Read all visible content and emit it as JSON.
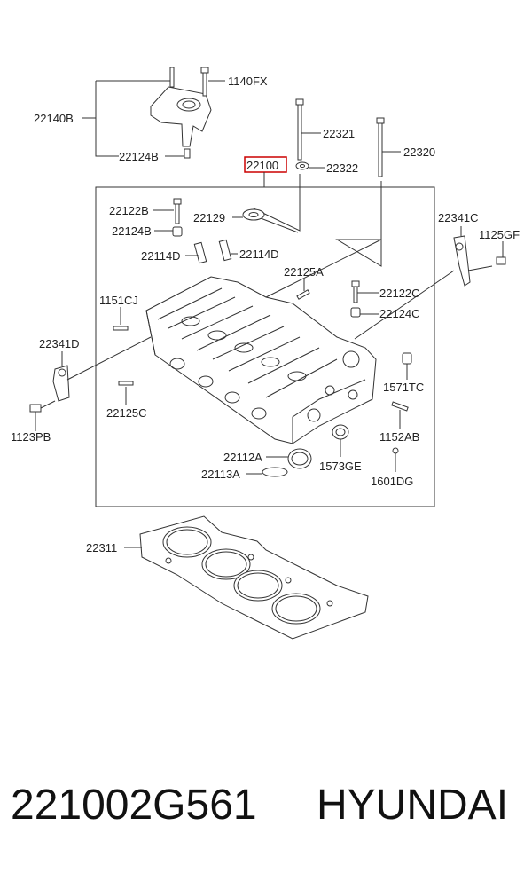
{
  "diagram": {
    "highlight_color": "#cc0000",
    "labels": {
      "p1140FX": "1140FX",
      "p22140B": "22140B",
      "p22124B_top": "22124B",
      "p22321": "22321",
      "p22320": "22320",
      "p22322": "22322",
      "p22100": "22100",
      "p22122B": "22122B",
      "p22129": "22129",
      "p22124B": "22124B",
      "p22114D_left": "22114D",
      "p22114D_right": "22114D",
      "p22341C": "22341C",
      "p1125GF": "1125GF",
      "p22125A": "22125A",
      "p22122C": "22122C",
      "p1151CJ": "1151CJ",
      "p22124C": "22124C",
      "p22341D": "22341D",
      "p1571TC": "1571TC",
      "p22125C": "22125C",
      "p1152AB": "1152AB",
      "p1123PB": "1123PB",
      "p22112A": "22112A",
      "p1573GE": "1573GE",
      "p22113A": "22113A",
      "p1601DG": "1601DG",
      "p22311": "22311"
    }
  },
  "caption": {
    "part_number": "221002G561",
    "brand": "HYUNDAI"
  }
}
